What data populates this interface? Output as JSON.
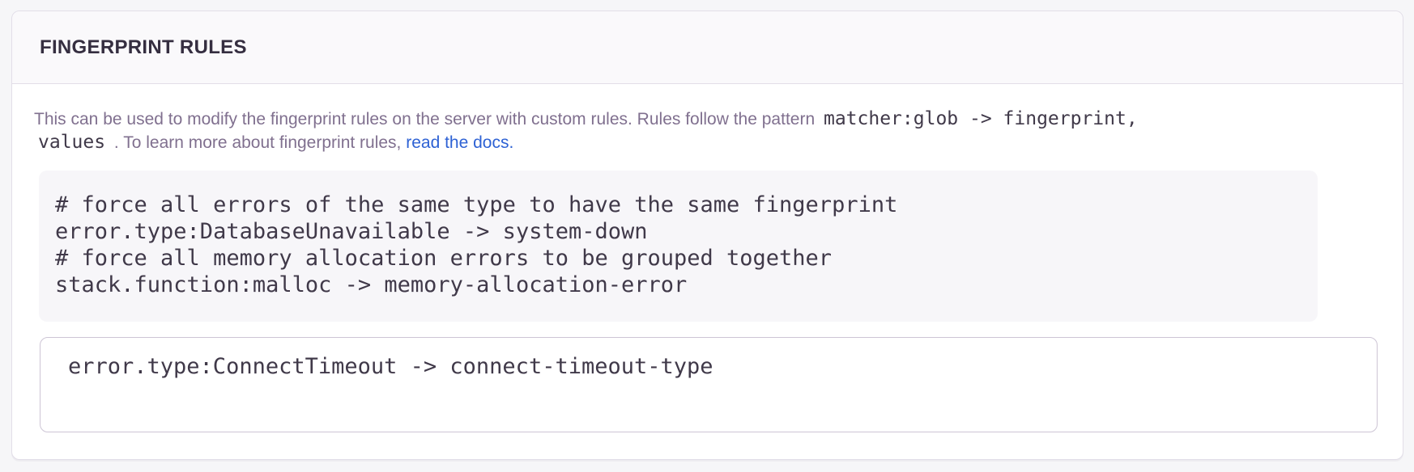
{
  "panel": {
    "title": "FINGERPRINT RULES"
  },
  "description": {
    "part1": "This can be used to modify the fingerprint rules on the server with custom rules. Rules follow the pattern ",
    "pattern_code_line1": "matcher:glob -> fingerprint,",
    "pattern_code_line2": "values",
    "part2": " . To learn more about fingerprint rules, ",
    "link_text": "read the docs",
    "suffix": "."
  },
  "example": {
    "code": "# force all errors of the same type to have the same fingerprint\nerror.type:DatabaseUnavailable -> system-down\n# force all memory allocation errors to be grouped together\nstack.function:malloc -> memory-allocation-error"
  },
  "rules_input": {
    "value": "error.type:ConnectTimeout -> connect-timeout-type",
    "placeholder": ""
  },
  "colors": {
    "page_bg": "#f6f6f8",
    "header_bg": "#faf9fb",
    "panel_border": "#e2dee8",
    "heading_text": "#352e40",
    "body_text": "#80708f",
    "code_text": "#403949",
    "link": "#2e62d4",
    "pre_bg": "#f7f6f9",
    "textarea_border": "#cdc5d5"
  }
}
